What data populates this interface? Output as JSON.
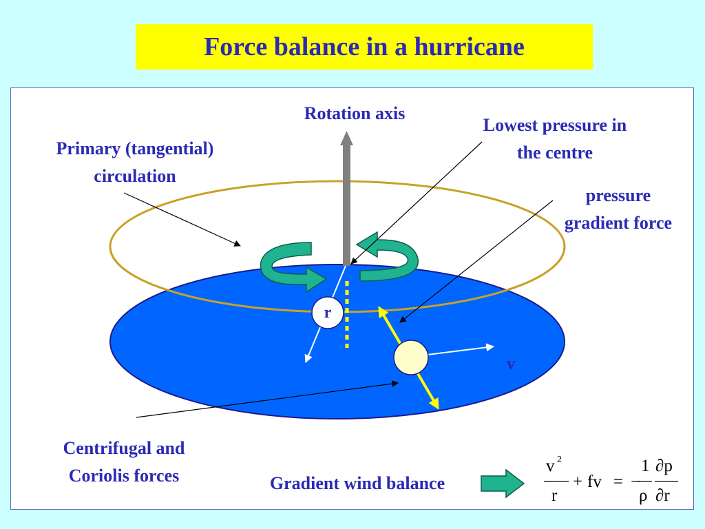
{
  "title": "Force balance in a hurricane",
  "labels": {
    "rotation_axis": "Rotation axis",
    "lowest_pressure_line1": "Lowest pressure in",
    "lowest_pressure_line2": "the centre",
    "primary_line1": "Primary (tangential)",
    "primary_line2": "circulation",
    "pgf_line1": "pressure",
    "pgf_line2": "gradient force",
    "radius": "r",
    "velocity": "v",
    "forces_line1": "Centrifugal and",
    "forces_line2": "Coriolis forces",
    "gradient_wind": "Gradient wind balance"
  },
  "equation": {
    "lhs_num": "v",
    "lhs_num_exp": "2",
    "lhs_den": "r",
    "plus": "+",
    "fv": "fv",
    "equals": "=",
    "minus": "−",
    "one": "1",
    "rho": "ρ",
    "dp": "∂p",
    "dr": "∂r"
  },
  "colors": {
    "background": "#ccffff",
    "title_bg": "#ffff00",
    "text": "#2a2ab5",
    "disk": "#0066ff",
    "ring": "#c8a227",
    "swirl": "#1fb390",
    "axis": "#808080",
    "particle": "#ffffcc",
    "pgf_arrow": "#ffff00"
  }
}
